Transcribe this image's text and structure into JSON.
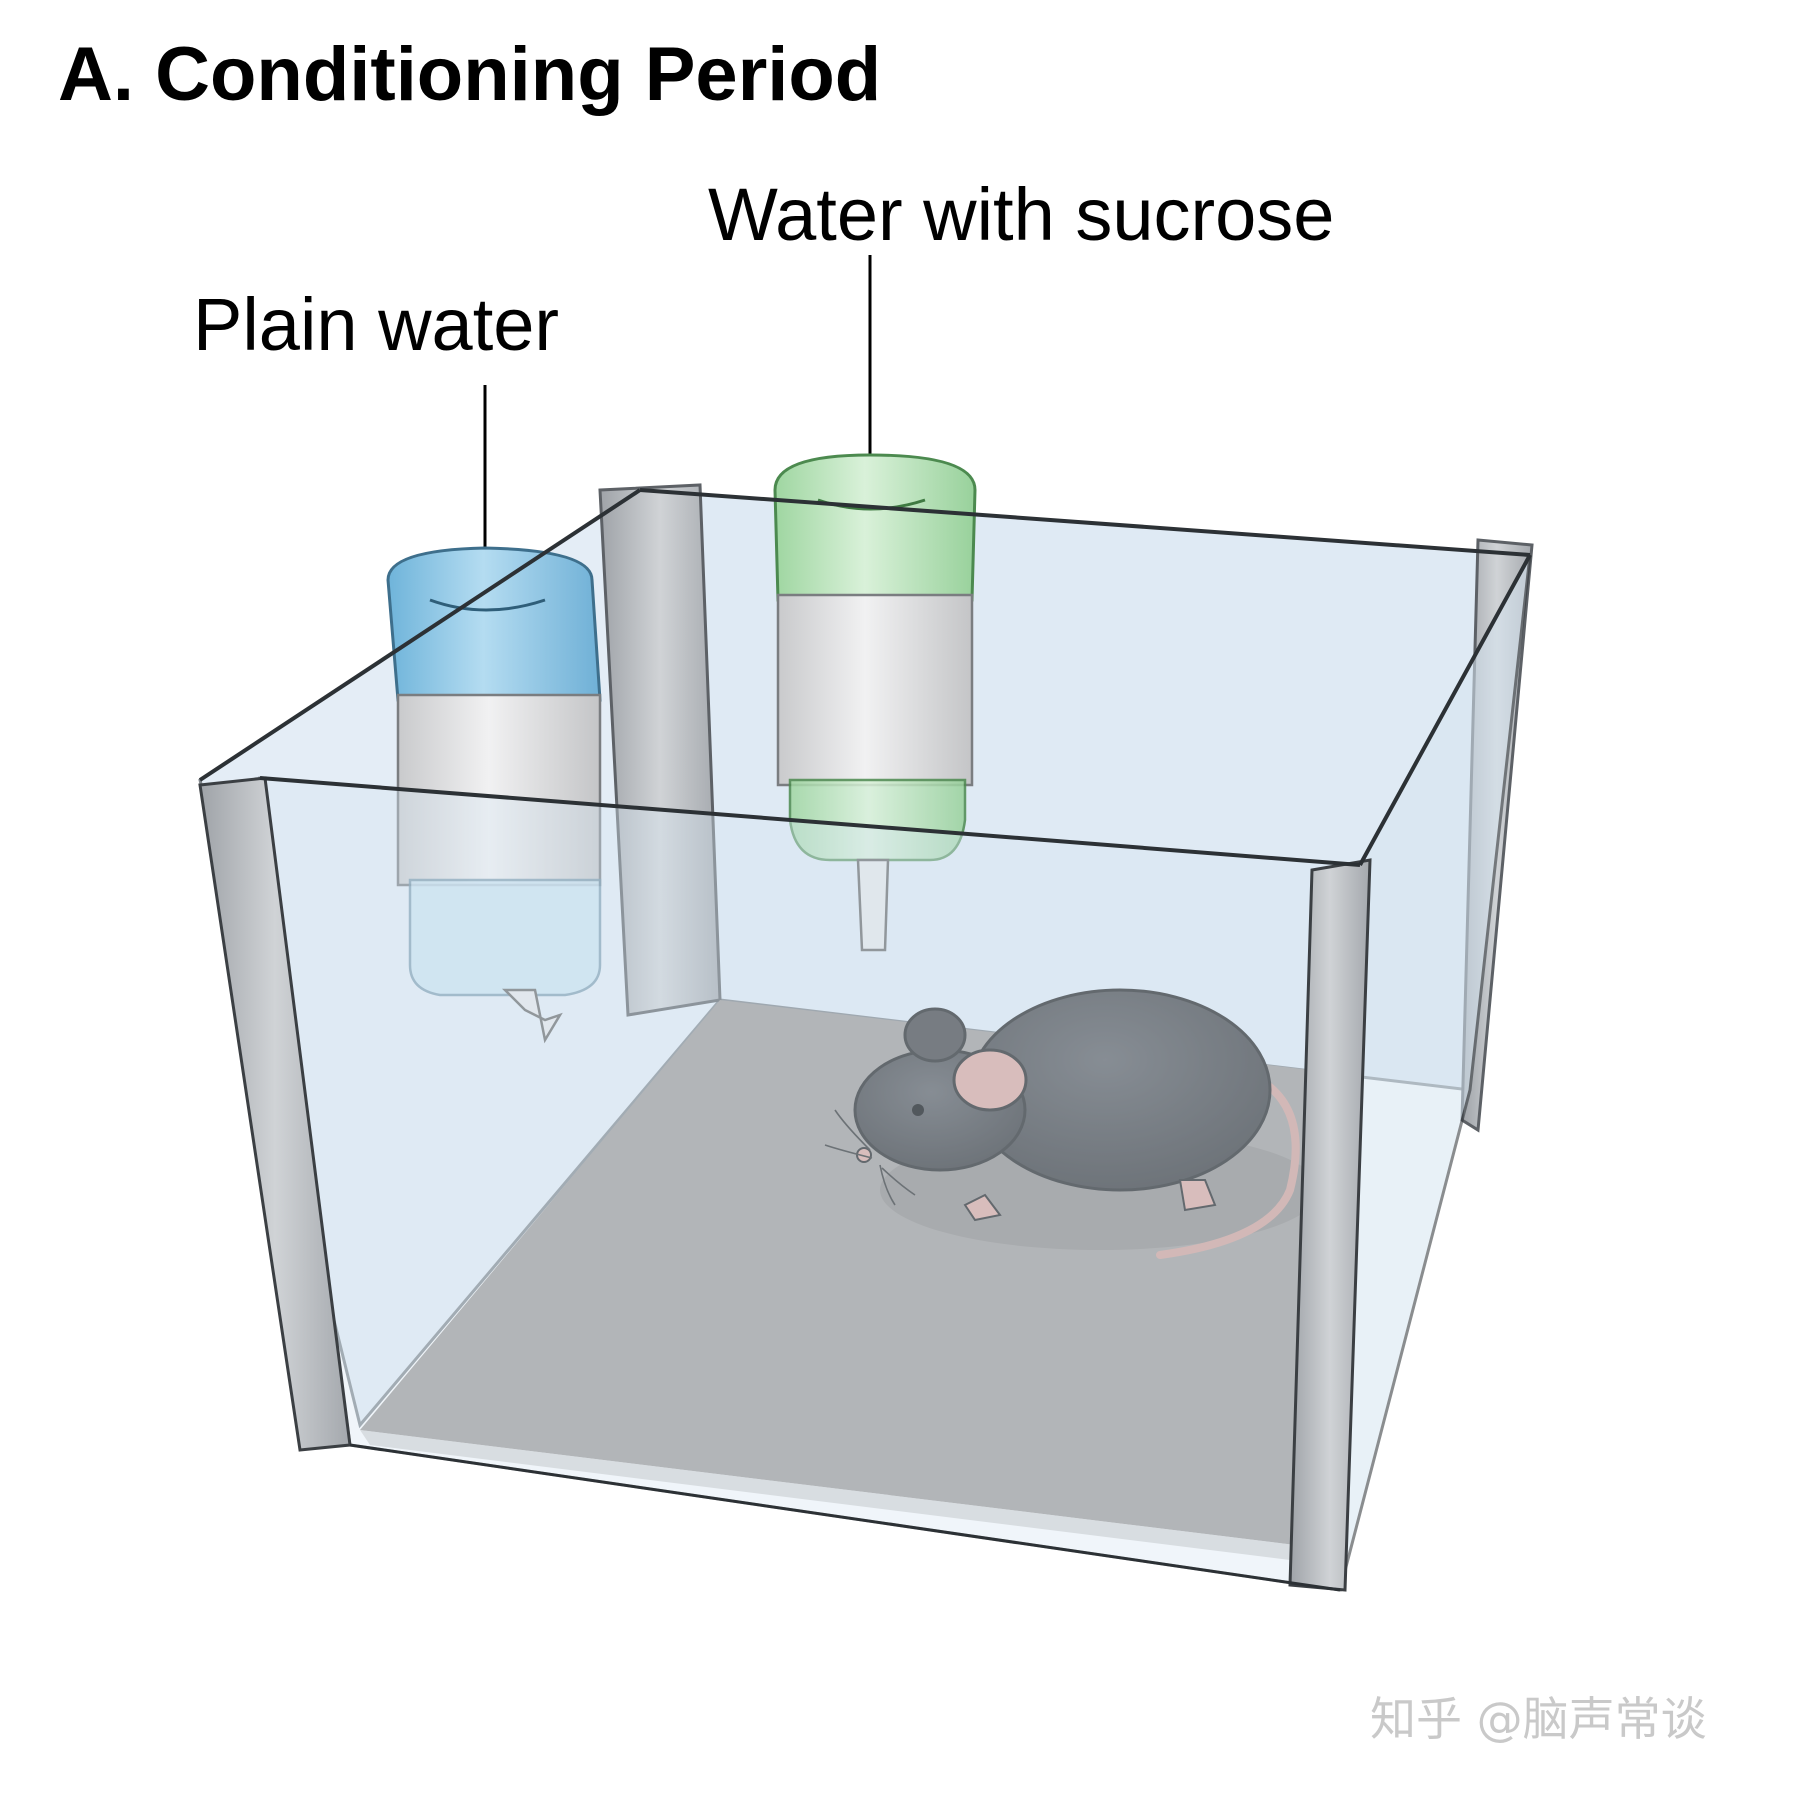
{
  "figure": {
    "title": "A. Conditioning Period",
    "labels": {
      "plain_water": "Plain water",
      "sucrose_water": "Water with sucrose"
    },
    "watermark": "知乎 @脑声常谈"
  },
  "colors": {
    "plain_water_bottle": "#8fc6e4",
    "sucrose_water_bottle": "#b7e2b8",
    "bottle_band": "#e4e5e6",
    "floor": "#9c9794",
    "glass": "#dde9f3",
    "frame": "#b8bcc1",
    "mouse": "#3a3a3c",
    "mouse_skin": "#d9a49a"
  }
}
